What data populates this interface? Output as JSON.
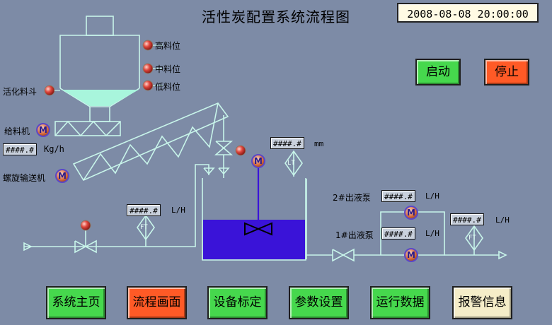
{
  "title": "活性炭配置系统流程图",
  "datetime": "2008-08-08 20:00:00",
  "hopper": {
    "high_level": "高料位",
    "mid_level": "中料位",
    "low_level": "低料位",
    "activation_hopper": "活化料斗"
  },
  "feeder": {
    "label": "给料机",
    "value": "####.#",
    "unit": "Kg/h"
  },
  "screw_conveyor": {
    "label": "螺旋输送机"
  },
  "motor_letter": "M",
  "tank_level": {
    "value": "####.#",
    "unit": "mm",
    "tag": "LT"
  },
  "inlet_flow": {
    "value": "####.#",
    "unit": "L/H",
    "tag": "FT"
  },
  "pump2": {
    "label": "2#出液泵",
    "value": "####.#",
    "unit": "L/H"
  },
  "pump1": {
    "label": "1#出液泵",
    "value": "####.#",
    "unit": "L/H"
  },
  "outlet_flow": {
    "value": "####.#",
    "unit": "L/H",
    "tag": "FT"
  },
  "controls": {
    "start": "启动",
    "stop": "停止"
  },
  "nav": {
    "home": "系统主页",
    "flow": "流程画面",
    "calibration": "设备标定",
    "params": "参数设置",
    "run_data": "运行数据",
    "alarm": "报警信息"
  },
  "colors": {
    "background": "#7d8ba6",
    "pipe": "#c8f5ea",
    "tank_liquid": "#3a13d8",
    "hopper_fill": "#a8f5dc",
    "button_green": "#46d84d",
    "button_red": "#ff5a26",
    "button_cream": "#f5edc8"
  }
}
